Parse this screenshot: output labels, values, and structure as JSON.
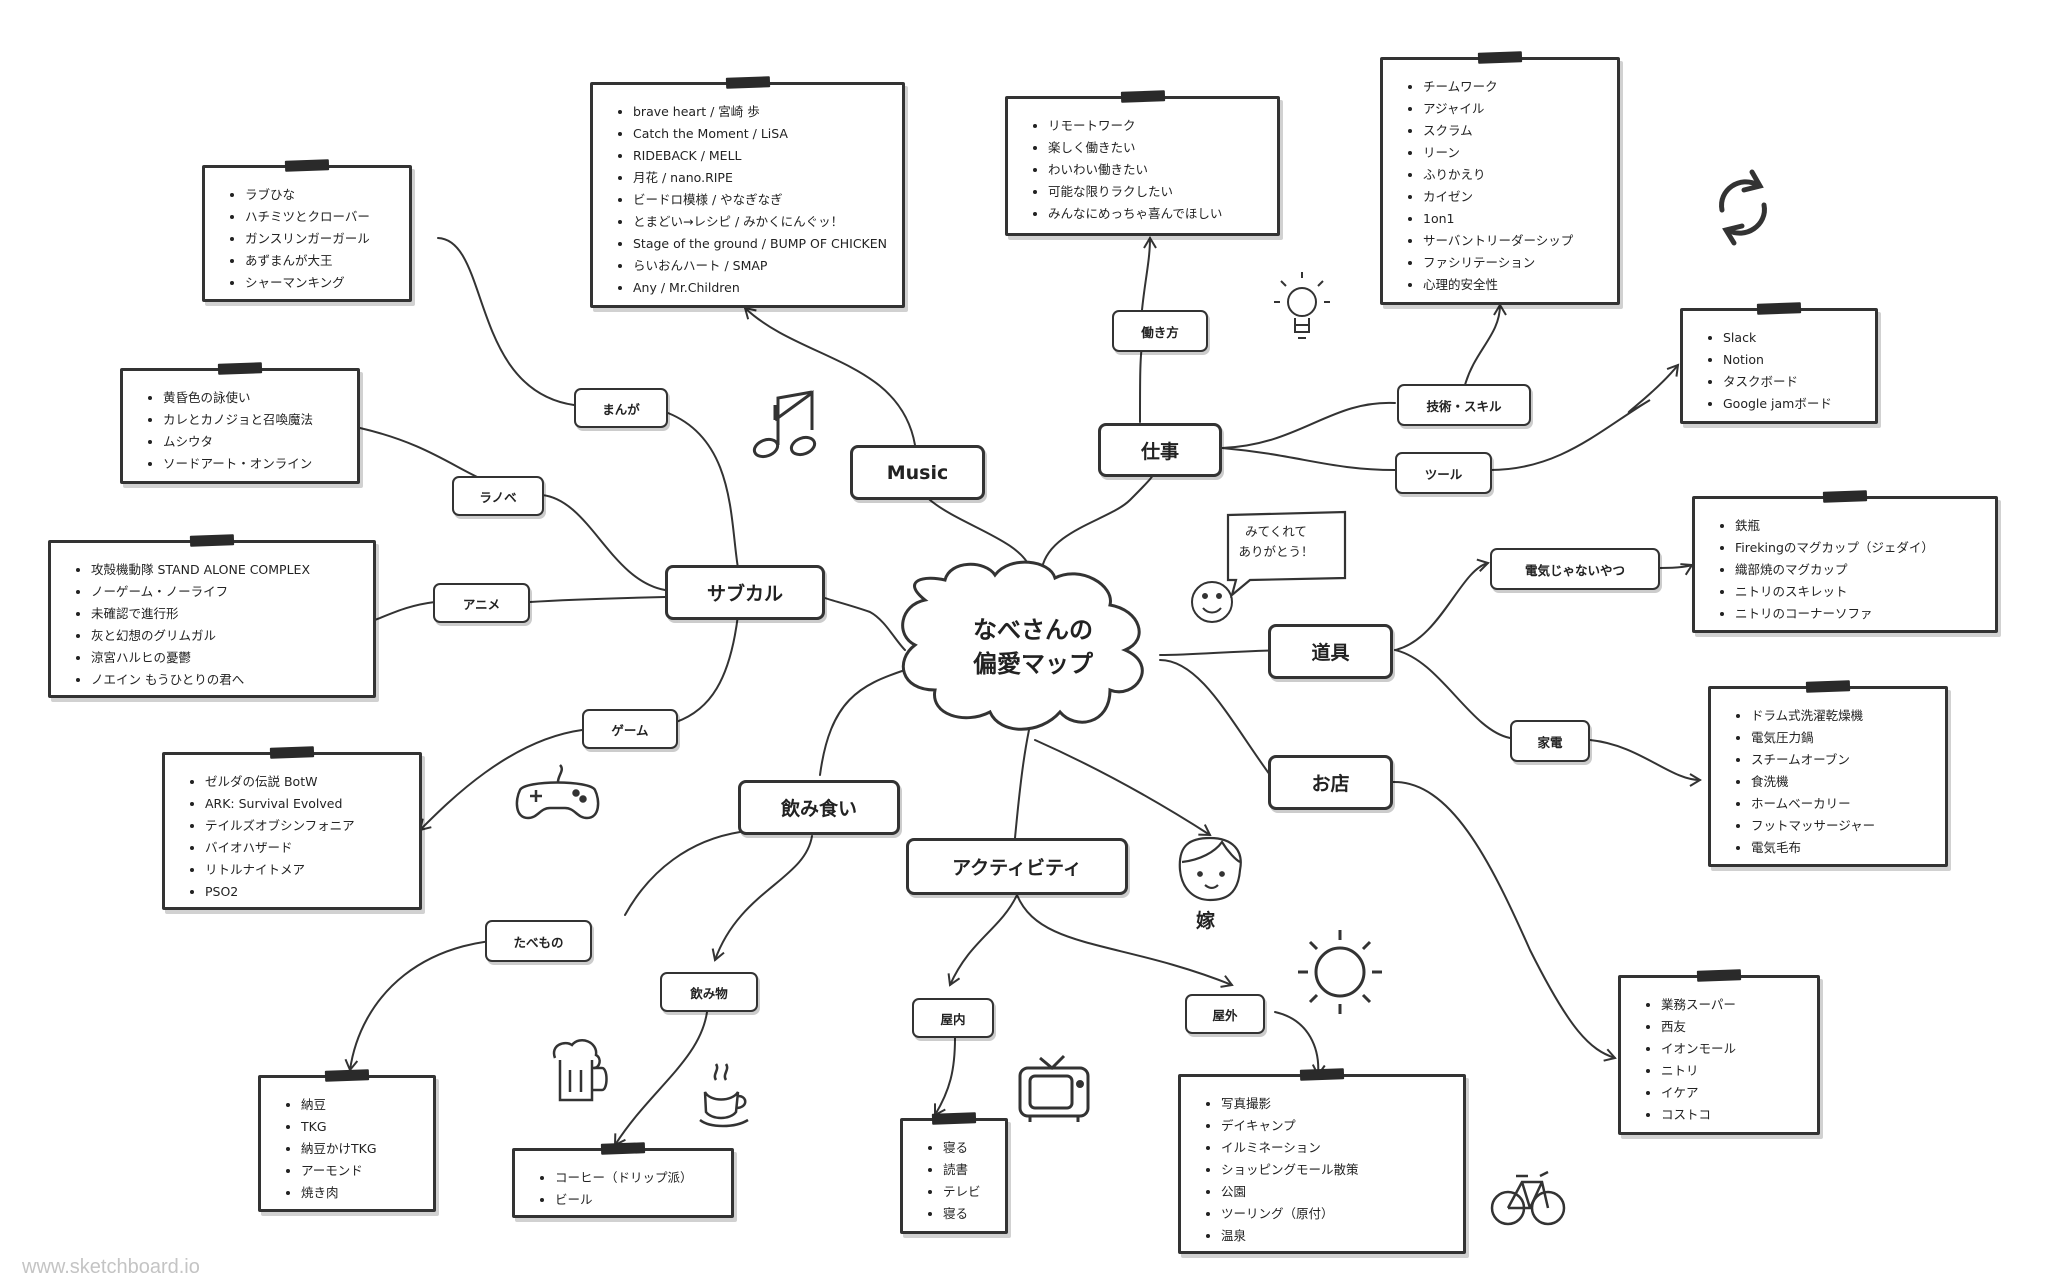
{
  "center": {
    "line1": "なべさんの",
    "line2": "偏愛マップ"
  },
  "nodes": {
    "music": "Music",
    "shigoto": "仕事",
    "subculture": "サブカル",
    "dogu": "道具",
    "omise": "お店",
    "nomikui": "飲み食い",
    "activity": "アクティビティ",
    "manga": "まんが",
    "ranobe": "ラノベ",
    "anime": "アニメ",
    "game": "ゲーム",
    "hatarakikata": "働き方",
    "skill": "技術・スキル",
    "tool": "ツール",
    "non_electric": "電気じゃないやつ",
    "kaden": "家電",
    "tabemono": "たべもの",
    "nomimono": "飲み物",
    "okunai": "屋内",
    "okugai": "屋外"
  },
  "lists": {
    "manga": [
      "ラブひな",
      "ハチミツとクローバー",
      "ガンスリンガーガール",
      "あずまんが大王",
      "シャーマンキング"
    ],
    "music": [
      "brave heart / 宮崎 歩",
      "Catch the Moment / LiSA",
      "RIDEBACK / MELL",
      "月花 / nano.RIPE",
      "ビードロ模様 / やなぎなぎ",
      "とまどい→レシピ / みかくにんぐッ！",
      "Stage of the ground / BUMP OF CHICKEN",
      "らいおんハート / SMAP",
      "Any / Mr.Children"
    ],
    "hatarakikata": [
      "リモートワーク",
      "楽しく働きたい",
      "わいわい働きたい",
      "可能な限りラクしたい",
      "みんなにめっちゃ喜んでほしい"
    ],
    "skill": [
      "チームワーク",
      "アジャイル",
      "スクラム",
      "リーン",
      "ふりかえり",
      "カイゼン",
      "1on1",
      "サーバントリーダーシップ",
      "ファシリテーション",
      "心理的安全性"
    ],
    "tool": [
      "Slack",
      "Notion",
      "タスクボード",
      "Google jamボード"
    ],
    "ranobe": [
      "黄昏色の詠使い",
      "カレとカノジョと召喚魔法",
      "ムシウタ",
      "ソードアート・オンライン"
    ],
    "anime": [
      "攻殻機動隊 STAND ALONE COMPLEX",
      "ノーゲーム・ノーライフ",
      "未確認で進行形",
      "灰と幻想のグリムガル",
      "涼宮ハルヒの憂鬱",
      "ノエイン もうひとりの君へ"
    ],
    "game": [
      "ゼルダの伝説 BotW",
      "ARK: Survival Evolved",
      "テイルズオブシンフォニア",
      "バイオハザード",
      "リトルナイトメア",
      "PSO2"
    ],
    "non_electric": [
      "鉄瓶",
      "Firekingのマグカップ（ジェダイ）",
      "織部焼のマグカップ",
      "ニトリのスキレット",
      "ニトリのコーナーソファ"
    ],
    "kaden": [
      "ドラム式洗濯乾燥機",
      "電気圧力鍋",
      "スチームオーブン",
      "食洗機",
      "ホームベーカリー",
      "フットマッサージャー",
      "電気毛布"
    ],
    "omise": [
      "業務スーパー",
      "西友",
      "イオンモール",
      "ニトリ",
      "イケア",
      "コストコ"
    ],
    "tabemono": [
      "納豆",
      "TKG",
      "納豆かけTKG",
      "アーモンド",
      "焼き肉"
    ],
    "nomimono": [
      "コーヒー（ドリップ派）",
      "ビール"
    ],
    "okunai": [
      "寝る",
      "読書",
      "テレビ",
      "寝る"
    ],
    "okugai": [
      "写真撮影",
      "デイキャンプ",
      "イルミネーション",
      "ショッピングモール散策",
      "公園",
      "ツーリング（原付）",
      "温泉"
    ]
  },
  "speech_bubble": {
    "line1": "みてくれて",
    "line2": "ありがとう！"
  },
  "wife_label": "嫁",
  "watermark": "www.sketchboard.io",
  "icons": [
    "music-note-icon",
    "lightbulb-icon",
    "refresh-icon",
    "smiley-icon",
    "gamepad-icon",
    "wife-face-icon",
    "sun-icon",
    "beer-icon",
    "coffee-cup-icon",
    "tv-icon",
    "bicycle-icon"
  ],
  "colors": {
    "ink": "#333333",
    "tape": "#2a2a2a",
    "watermark": "#c4c4c4"
  }
}
